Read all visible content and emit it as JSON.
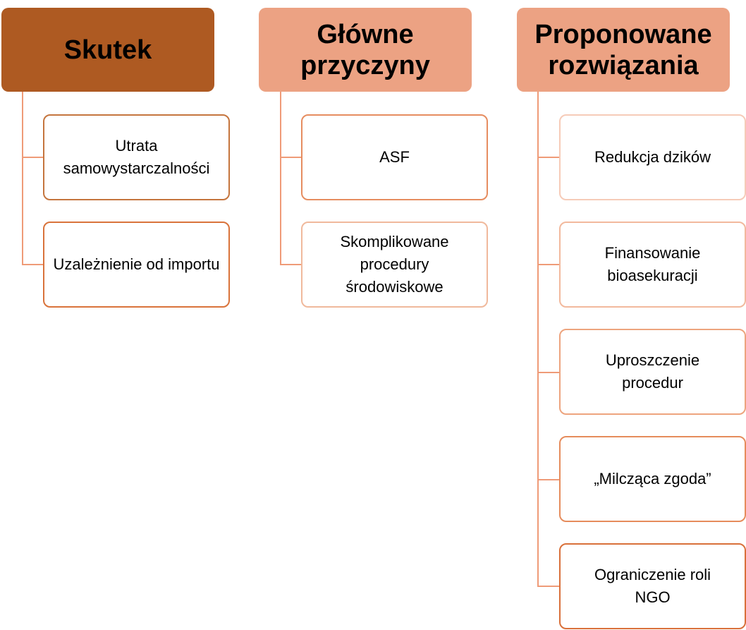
{
  "columns": [
    {
      "header": "Skutek",
      "header_color": "#ae5a22",
      "items": [
        {
          "label": "Utrata samowystarczalności",
          "border": "#c5753e"
        },
        {
          "label": "Uzależnienie od importu",
          "border": "#d9733b"
        }
      ]
    },
    {
      "header": "Główne przyczyny",
      "header_color": "#eca283",
      "items": [
        {
          "label": "ASF",
          "border": "#e68d60"
        },
        {
          "label": "Skomplikowane procedury środowiskowe",
          "border": "#f0b99c"
        }
      ]
    },
    {
      "header": "Proponowane rozwiązania",
      "header_color": "#eca283",
      "items": [
        {
          "label": "Redukcja dzików",
          "border": "#f6cbb8"
        },
        {
          "label": "Finansowanie bioasekuracji",
          "border": "#f2b99d"
        },
        {
          "label": "Uproszczenie procedur",
          "border": "#eda47e"
        },
        {
          "label": "„Milcząca zgoda”",
          "border": "#e68c5c"
        },
        {
          "label": "Ograniczenie roli NGO",
          "border": "#d9703a"
        }
      ]
    }
  ]
}
